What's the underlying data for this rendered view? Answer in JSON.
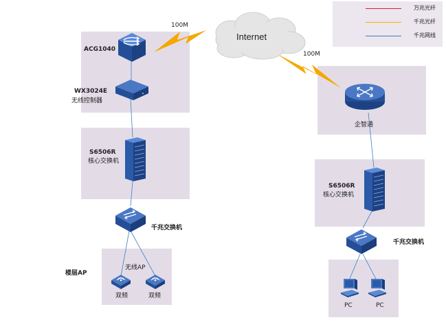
{
  "legend": [
    {
      "label": "万兆光纤",
      "color": "#e8192c"
    },
    {
      "label": "千兆光纤",
      "color": "#f4b400"
    },
    {
      "label": "千兆网线",
      "color": "#3b7fc4"
    }
  ],
  "internet": {
    "label": "Internet"
  },
  "links": {
    "left_speed": "100M",
    "right_speed": "100M"
  },
  "left": {
    "acg": "ACG1040",
    "wx_line1": "WX3024E",
    "wx_line2": "无线控制器",
    "core_line1": "S6506R",
    "core_line2": "核心交换机",
    "gig_switch": "千兆交换机",
    "floor_ap": "楼层AP",
    "wireless_ap": "无线AP",
    "ap1": "双频",
    "ap2": "双频"
  },
  "right": {
    "router": "企智通",
    "core_line1": "S6506R",
    "core_line2": "核心交换机",
    "gig_switch": "千兆交换机",
    "pc1": "PC",
    "pc2": "PC"
  },
  "colors": {
    "panel": "#e3dce7",
    "device_blue": "#2a5aa8",
    "bolt": "#f5a800",
    "wire": "#3b7fc4"
  }
}
